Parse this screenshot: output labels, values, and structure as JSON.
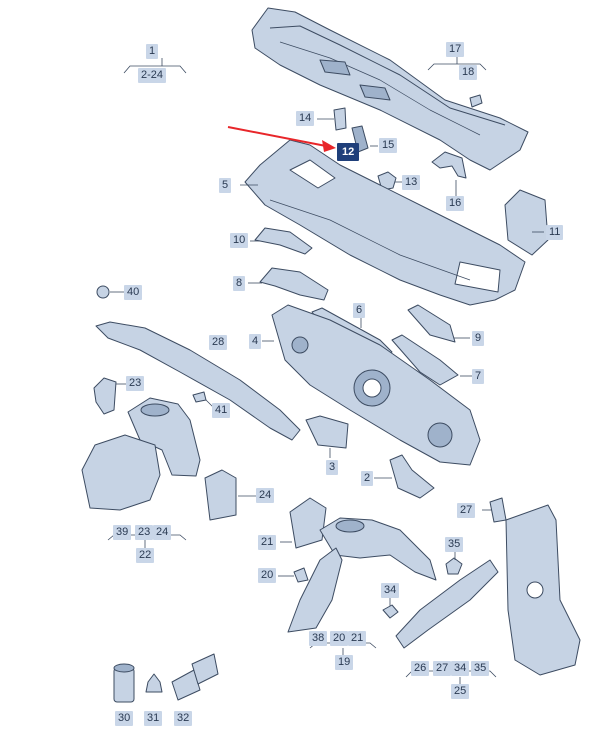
{
  "diagram": {
    "colors": {
      "part_fill": "#c6d3e4",
      "part_dark": "#9fb2cb",
      "part_stroke": "#3d4c62",
      "callout_bg": "#c9d6e8",
      "callout_text": "#2a3a52",
      "highlight_bg": "#1f3f7a",
      "highlight_text": "#ffffff",
      "arrow": "#e8262a"
    },
    "highlighted_callout": "12",
    "callouts": {
      "c1": "1",
      "c2_24": "2-24",
      "c17": "17",
      "c18": "18",
      "c14": "14",
      "c12": "12",
      "c15": "15",
      "c13": "13",
      "c16": "16",
      "c5": "5",
      "c11": "11",
      "c10": "10",
      "c8": "8",
      "c40": "40",
      "c6": "6",
      "c9": "9",
      "c4": "4",
      "c28": "28",
      "c7": "7",
      "c23": "23",
      "c41": "41",
      "c3": "3",
      "c2": "2",
      "c24": "24",
      "c39": "39",
      "c23b": "23",
      "c24b": "24",
      "c22": "22",
      "c27": "27",
      "c21": "21",
      "c35": "35",
      "c20": "20",
      "c34": "34",
      "c38": "38",
      "c20b": "20",
      "c21b": "21",
      "c19": "19",
      "c26": "26",
      "c27b": "27",
      "c34b": "34",
      "c35b": "35",
      "c25": "25",
      "c30": "30",
      "c31": "31",
      "c32": "32"
    }
  }
}
